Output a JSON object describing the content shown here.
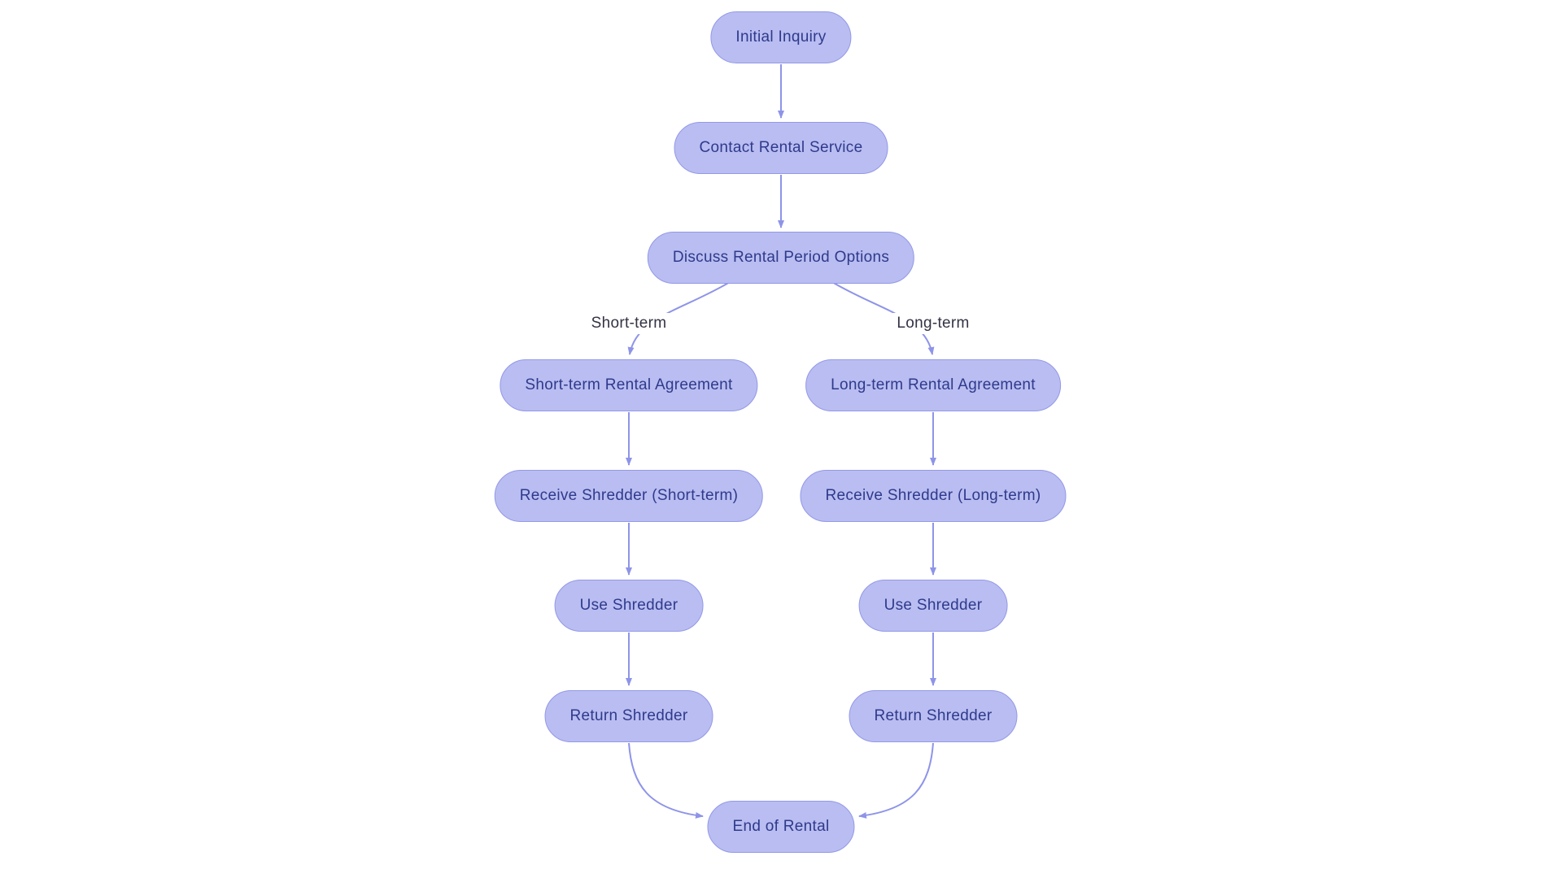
{
  "diagram": {
    "type": "flowchart",
    "colors": {
      "background": "#ffffff",
      "node_fill": "#b9bdf1",
      "node_border": "#9399e8",
      "node_text": "#2f3a8c",
      "arrow": "#8e94e8",
      "edge_label_text": "#333344",
      "edge_label_bg": "#ffffff"
    },
    "nodes": {
      "initial": {
        "label": "Initial Inquiry"
      },
      "contact": {
        "label": "Contact Rental Service"
      },
      "discuss": {
        "label": "Discuss Rental Period Options"
      },
      "agree_short": {
        "label": "Short-term Rental Agreement"
      },
      "agree_long": {
        "label": "Long-term Rental Agreement"
      },
      "receive_short": {
        "label": "Receive Shredder (Short-term)"
      },
      "receive_long": {
        "label": "Receive Shredder (Long-term)"
      },
      "use_short": {
        "label": "Use Shredder"
      },
      "use_long": {
        "label": "Use Shredder"
      },
      "return_short": {
        "label": "Return Shredder"
      },
      "return_long": {
        "label": "Return Shredder"
      },
      "end": {
        "label": "End of Rental"
      }
    },
    "edge_labels": {
      "short_term": "Short-term",
      "long_term": "Long-term"
    },
    "edges": [
      {
        "from": "initial",
        "to": "contact"
      },
      {
        "from": "contact",
        "to": "discuss"
      },
      {
        "from": "discuss",
        "to": "agree_short",
        "label": "Short-term"
      },
      {
        "from": "discuss",
        "to": "agree_long",
        "label": "Long-term"
      },
      {
        "from": "agree_short",
        "to": "receive_short"
      },
      {
        "from": "agree_long",
        "to": "receive_long"
      },
      {
        "from": "receive_short",
        "to": "use_short"
      },
      {
        "from": "receive_long",
        "to": "use_long"
      },
      {
        "from": "use_short",
        "to": "return_short"
      },
      {
        "from": "use_long",
        "to": "return_long"
      },
      {
        "from": "return_short",
        "to": "end"
      },
      {
        "from": "return_long",
        "to": "end"
      }
    ]
  }
}
